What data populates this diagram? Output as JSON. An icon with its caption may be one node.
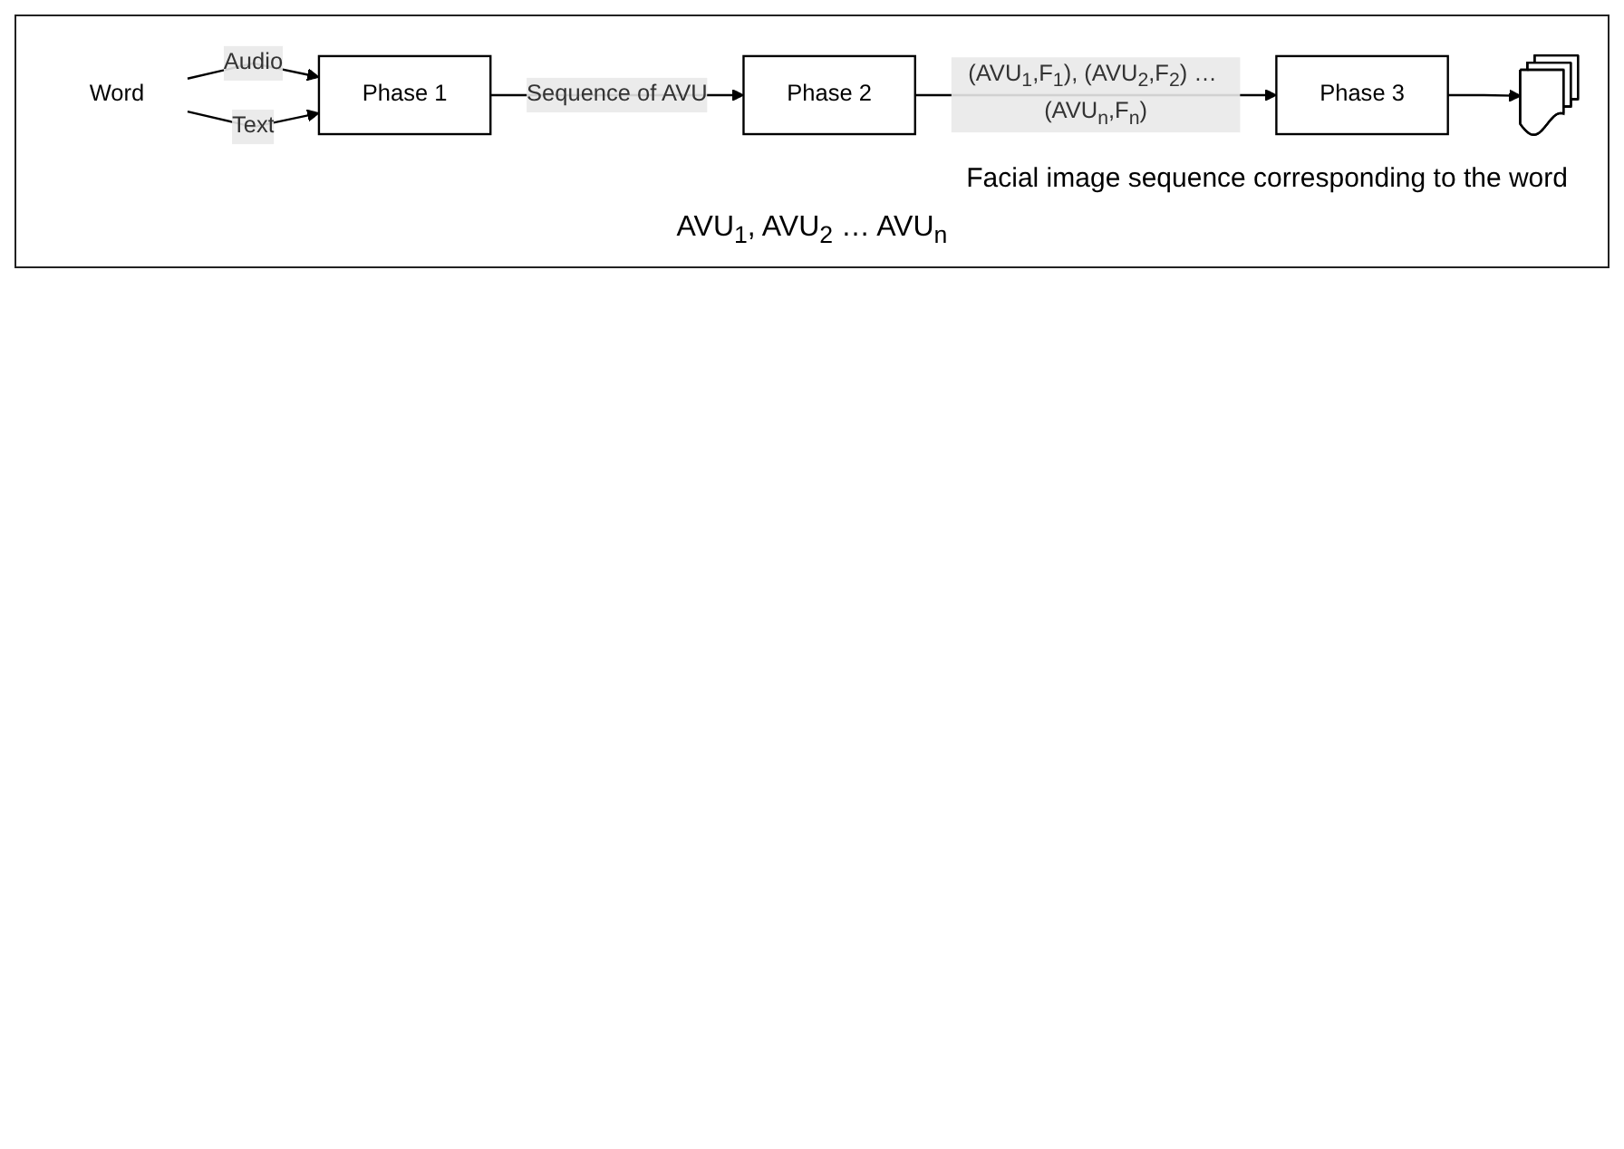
{
  "diagram": {
    "nodes": [
      {
        "text": [
          "Word"
        ]
      },
      {
        "text": [
          "Phase 1"
        ]
      },
      {
        "text": [
          "Phase 2"
        ]
      },
      {
        "text": [
          "Phase 3"
        ]
      },
      {
        "text": [],
        "shape": "picture",
        "beside": [
          "Facial image sequence corresponding to the word"
        ]
      }
    ],
    "edges": [
      {
        "from": 0,
        "to": 1,
        "arrow": "to",
        "label": "Audio"
      },
      {
        "from": 0,
        "to": 1,
        "arrow": "to",
        "label": "Text"
      },
      {
        "from": 1,
        "to": 2,
        "arrow": "to",
        "label": "Sequence of AVU"
      },
      {
        "from": 2,
        "to": 3,
        "arrow": "to",
        "label": "(AVU$_{1}$,F$_{1}$), (AVU$_{2}$,F$_{2}$) … (AVU$_{n}$,F$_{n}$)"
      },
      {
        "from": 3,
        "to": 4,
        "arrow": "to"
      }
    ],
    "labels": [
      "AVU$_{1}$, AVU$_{2}$ … AVU$_{n}$"
    ]
  }
}
